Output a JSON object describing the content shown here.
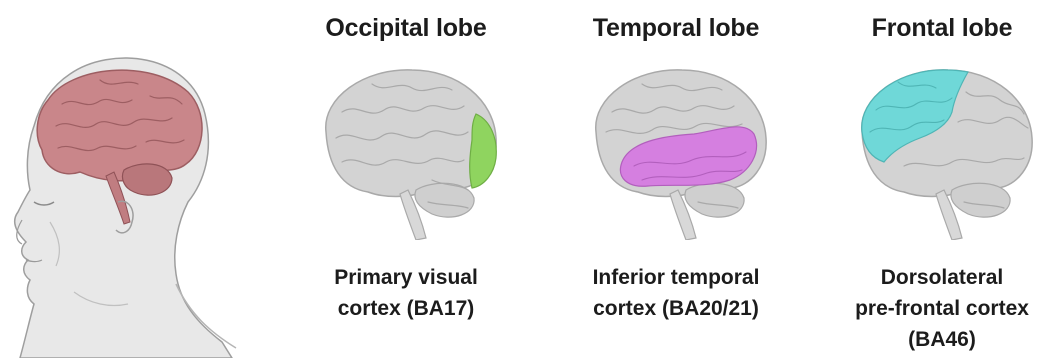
{
  "panels": [
    {
      "title": "Occipital lobe",
      "label_line1": "Primary visual",
      "label_line2": "cortex (BA17)",
      "label_line3": "",
      "highlight_color": "#8fd45f"
    },
    {
      "title": "Temporal lobe",
      "label_line1": "Inferior temporal",
      "label_line2": "cortex (BA20/21)",
      "label_line3": "",
      "highlight_color": "#d57fe0"
    },
    {
      "title": "Frontal lobe",
      "label_line1": "Dorsolateral",
      "label_line2": "pre-frontal cortex",
      "label_line3": "(BA46)",
      "highlight_color": "#6fd8d8"
    }
  ],
  "colors": {
    "brain_gray": "#d3d3d3",
    "brain_outline": "#a9a9a9",
    "head_brain": "#c9868a",
    "skin": "#e6e6e6"
  }
}
